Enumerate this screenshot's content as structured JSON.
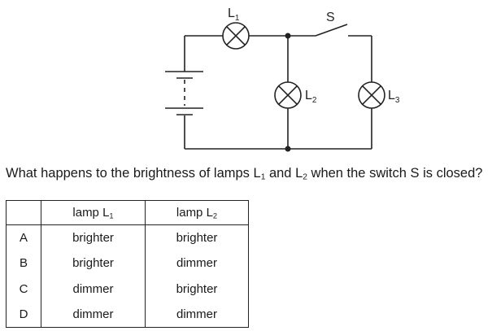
{
  "circuit": {
    "labels": {
      "lamp1": {
        "main": "L",
        "sub": "1"
      },
      "lamp2": {
        "main": "L",
        "sub": "2"
      },
      "lamp3": {
        "main": "L",
        "sub": "3"
      },
      "switch": "S"
    },
    "components": [
      "battery",
      "lamp-L1",
      "junction-top",
      "switch-S",
      "lamp-L2",
      "lamp-L3",
      "junction-bottom"
    ]
  },
  "question": {
    "part1": "What happens to the brightness of lamps L",
    "sub1": "1",
    "part2": " and L",
    "sub2": "2",
    "part3": " when the switch S is closed?"
  },
  "table": {
    "headers": [
      {
        "main": "",
        "sub": ""
      },
      {
        "main": "lamp L",
        "sub": "1"
      },
      {
        "main": "lamp L",
        "sub": "2"
      }
    ],
    "rows": [
      {
        "option": "A",
        "lamp1": "brighter",
        "lamp2": "brighter"
      },
      {
        "option": "B",
        "lamp1": "brighter",
        "lamp2": "dimmer"
      },
      {
        "option": "C",
        "lamp1": "dimmer",
        "lamp2": "brighter"
      },
      {
        "option": "D",
        "lamp1": "dimmer",
        "lamp2": "dimmer"
      }
    ]
  }
}
